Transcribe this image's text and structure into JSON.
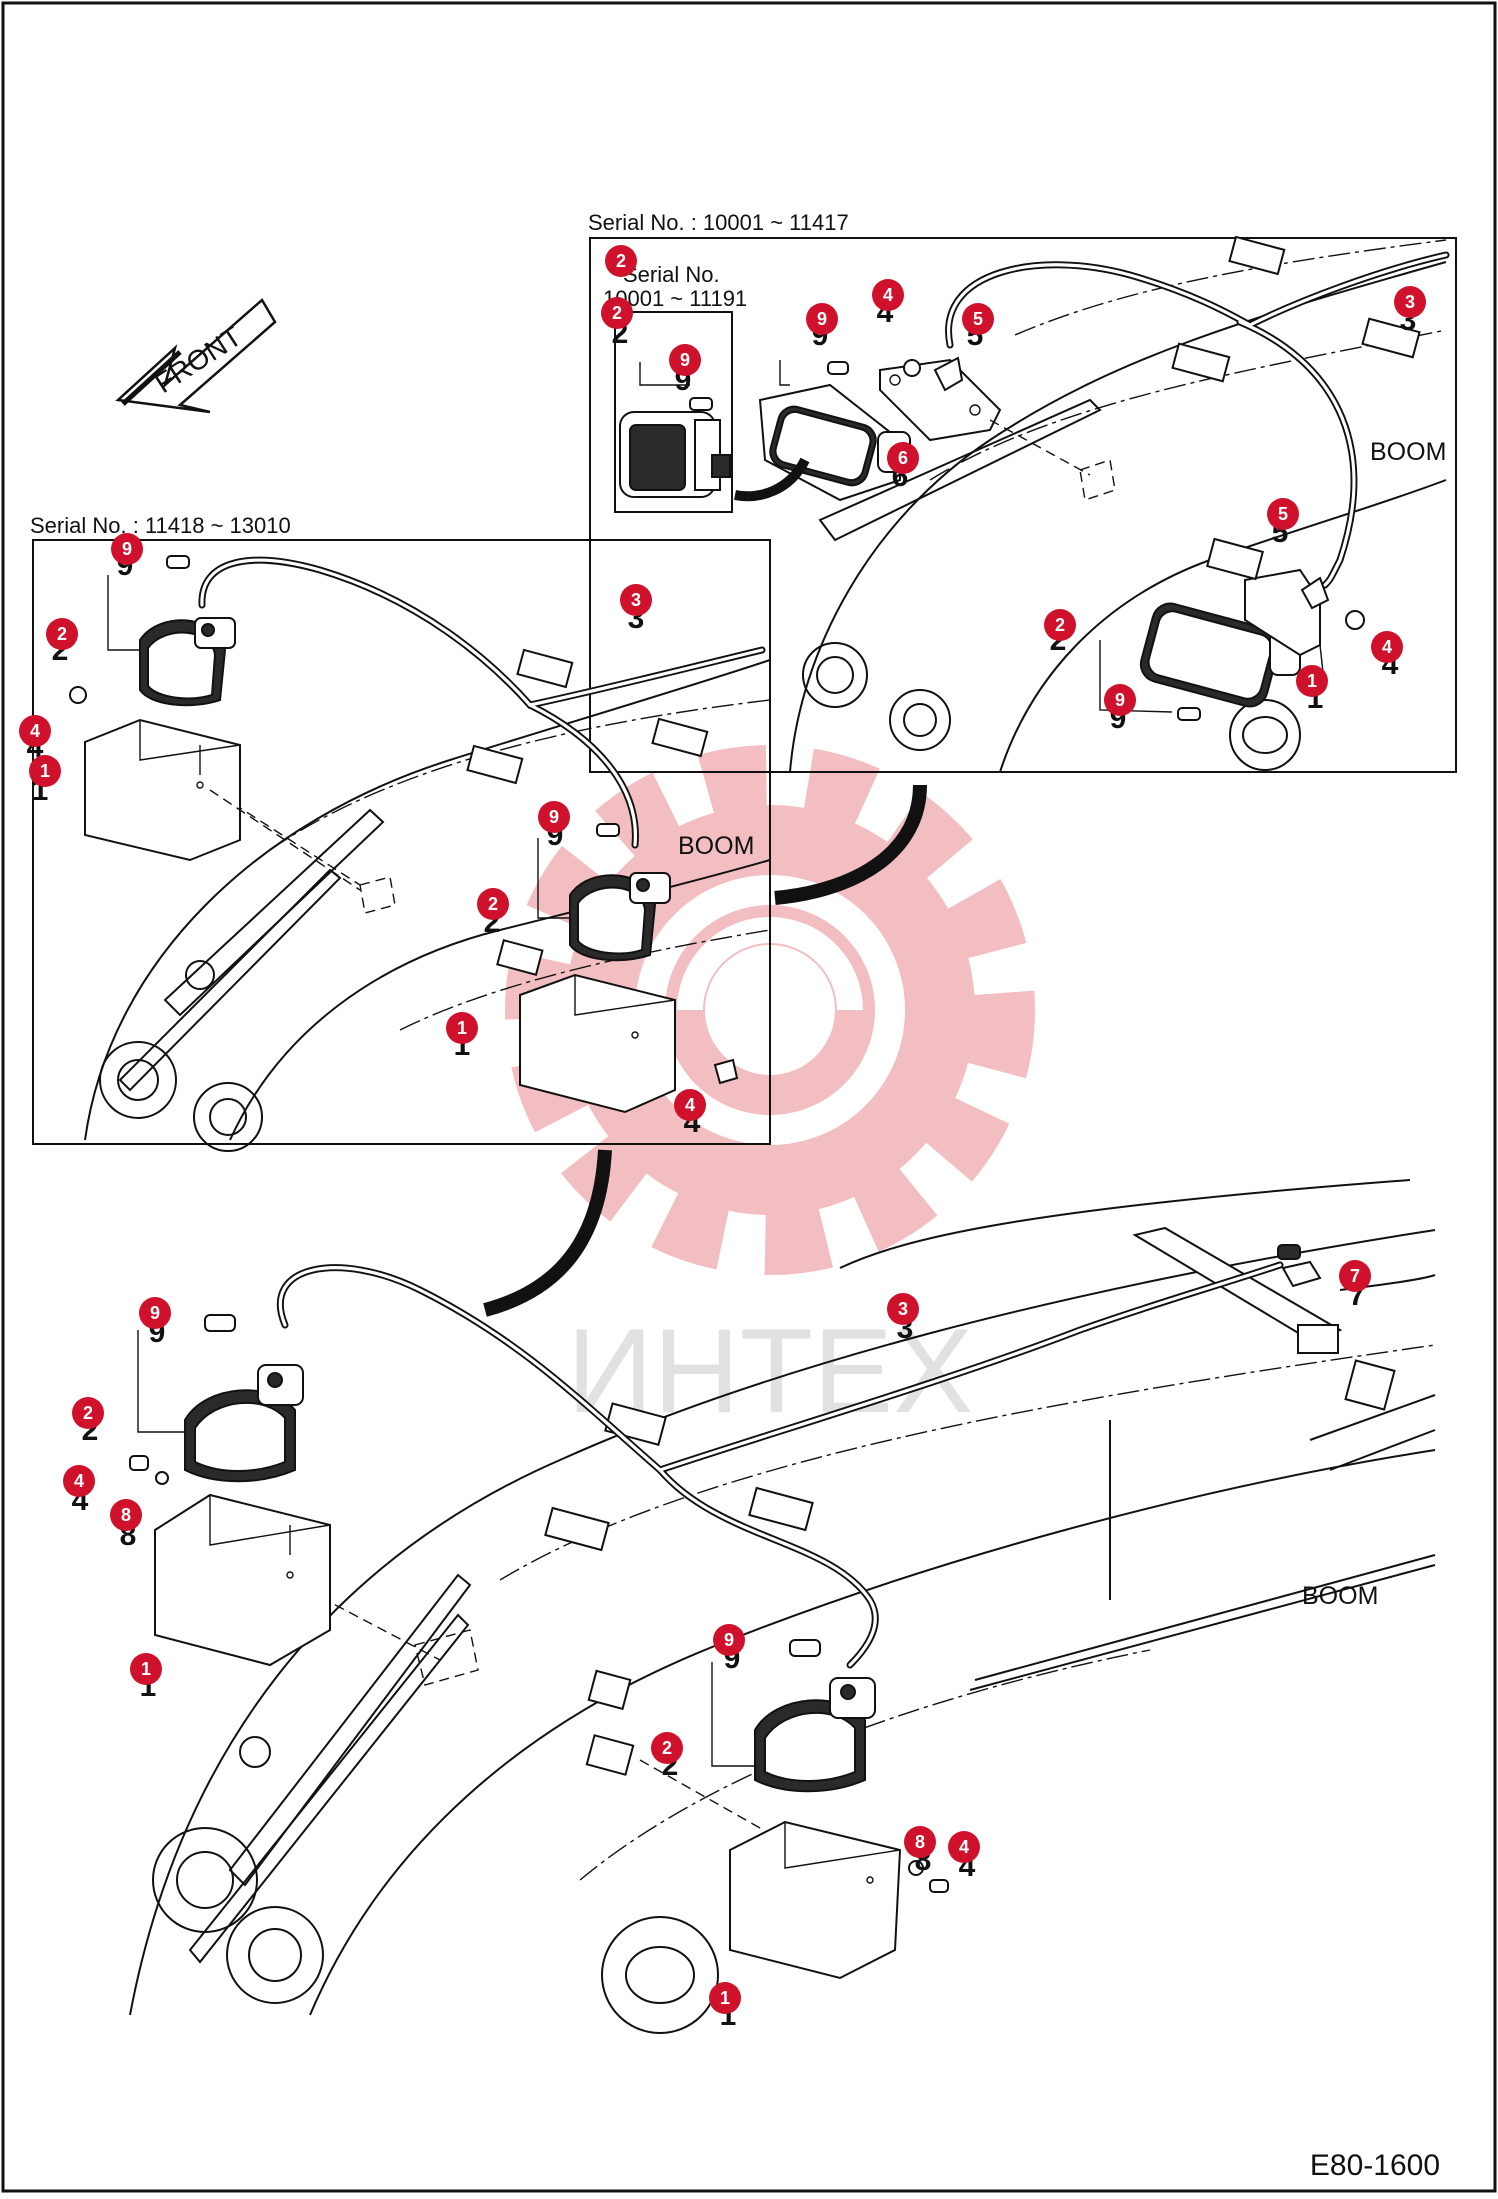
{
  "front_label": "FRONT",
  "drawing_code": "E80-1600",
  "watermark_text": "ИНТЕХ",
  "watermark_color": "#f2b3b8",
  "balloon_color": "#d0112b",
  "boom_label": "BOOM",
  "inset_top": {
    "serial": "Serial No. : 10001 ~ 11417",
    "sub_serial_line1": "Serial No.",
    "sub_serial_line2": "10001 ~ 11191",
    "callouts": [
      "2",
      "9",
      "2",
      "9",
      "4",
      "5",
      "6",
      "3",
      "5",
      "2",
      "9",
      "1",
      "4"
    ]
  },
  "inset_mid": {
    "serial": "Serial No. : 11418 ~ 13010",
    "callouts": [
      "9",
      "2",
      "4",
      "1",
      "3",
      "9",
      "2",
      "1",
      "4"
    ]
  },
  "main": {
    "callouts": [
      "9",
      "2",
      "4",
      "8",
      "1",
      "3",
      "7",
      "9",
      "2",
      "8",
      "4",
      "1"
    ]
  }
}
